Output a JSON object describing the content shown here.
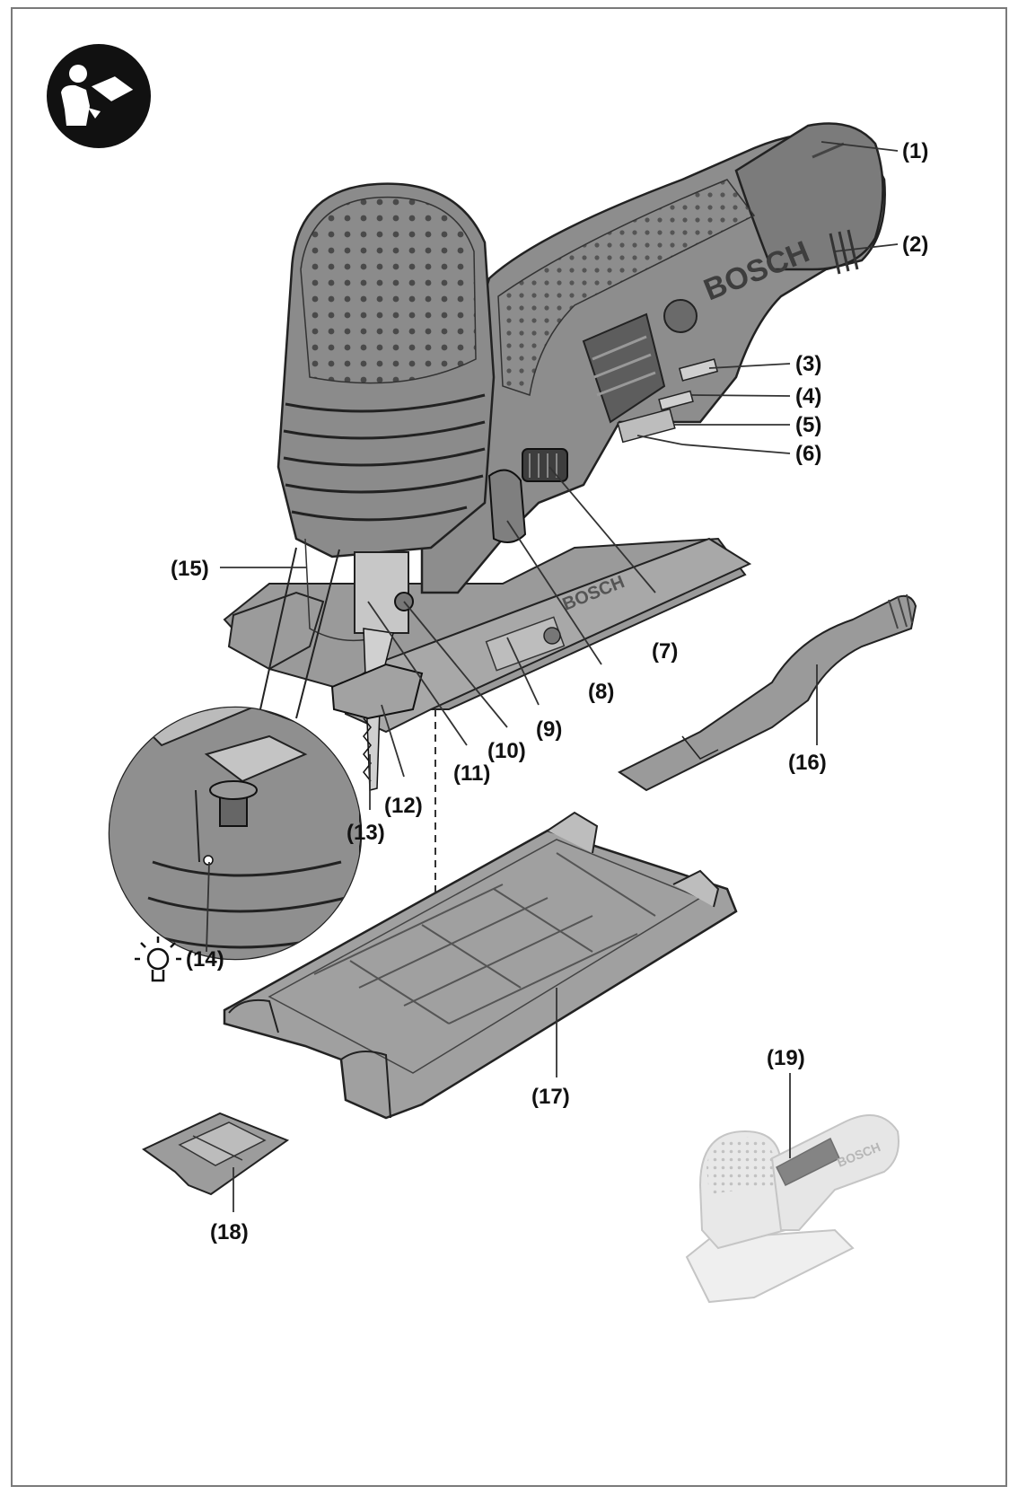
{
  "labels": {
    "l1": "(1)",
    "l2": "(2)",
    "l3": "(3)",
    "l4": "(4)",
    "l5": "(5)",
    "l6": "(6)",
    "l7": "(7)",
    "l8": "(8)",
    "l9": "(9)",
    "l10": "(10)",
    "l11": "(11)",
    "l12": "(12)",
    "l13": "(13)",
    "l14": "(14)",
    "l15": "(15)",
    "l16": "(16)",
    "l17": "(17)",
    "l18": "(18)",
    "l19": "(19)"
  },
  "brand_text": "BOSCH",
  "icons": {
    "manual": "read-manual-icon",
    "light": "lightbulb-icon"
  },
  "colors": {
    "body": "#8a8a8a",
    "body_dark": "#5c5c5c",
    "body_light": "#b5b5b5",
    "line": "#1a1a1a",
    "ghost": "#d4d4d4"
  }
}
